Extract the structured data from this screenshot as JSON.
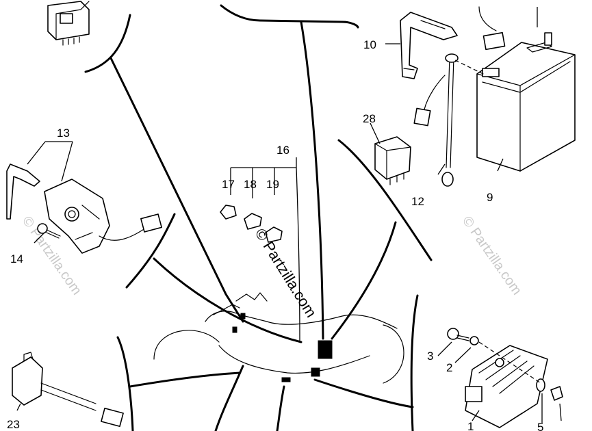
{
  "diagram": {
    "callouts": [
      {
        "id": "10",
        "text": "10"
      },
      {
        "id": "28",
        "text": "28"
      },
      {
        "id": "13",
        "text": "13"
      },
      {
        "id": "16",
        "text": "16"
      },
      {
        "id": "17",
        "text": "17"
      },
      {
        "id": "18",
        "text": "18"
      },
      {
        "id": "19",
        "text": "19"
      },
      {
        "id": "12",
        "text": "12"
      },
      {
        "id": "9",
        "text": "9"
      },
      {
        "id": "14",
        "text": "14"
      },
      {
        "id": "3",
        "text": "3"
      },
      {
        "id": "2",
        "text": "2"
      },
      {
        "id": "23",
        "text": "23"
      },
      {
        "id": "1",
        "text": "1"
      },
      {
        "id": "5",
        "text": "5"
      }
    ],
    "watermarks": {
      "center": "© Partzilla.com",
      "left": "© Partzilla.com",
      "right": "© Partzilla.com"
    }
  }
}
